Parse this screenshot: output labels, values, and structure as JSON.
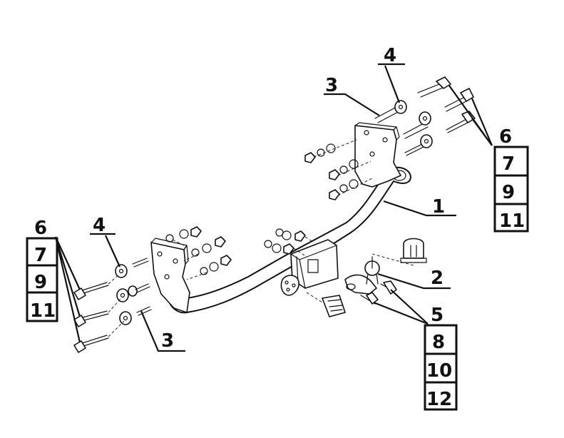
{
  "labels": {
    "tow_bar": "1",
    "tow_ball": "2",
    "bolt_top": "3",
    "bolt_left": "3",
    "washer_top": "4",
    "washer_left": "4",
    "ball_fasteners": "5"
  },
  "stack_top_right": {
    "head": "6",
    "items": [
      "7",
      "9",
      "11"
    ]
  },
  "stack_left": {
    "head": "6",
    "items": [
      "7",
      "9",
      "11"
    ]
  },
  "stack_bottom_right": {
    "items": [
      "8",
      "10",
      "12"
    ]
  }
}
